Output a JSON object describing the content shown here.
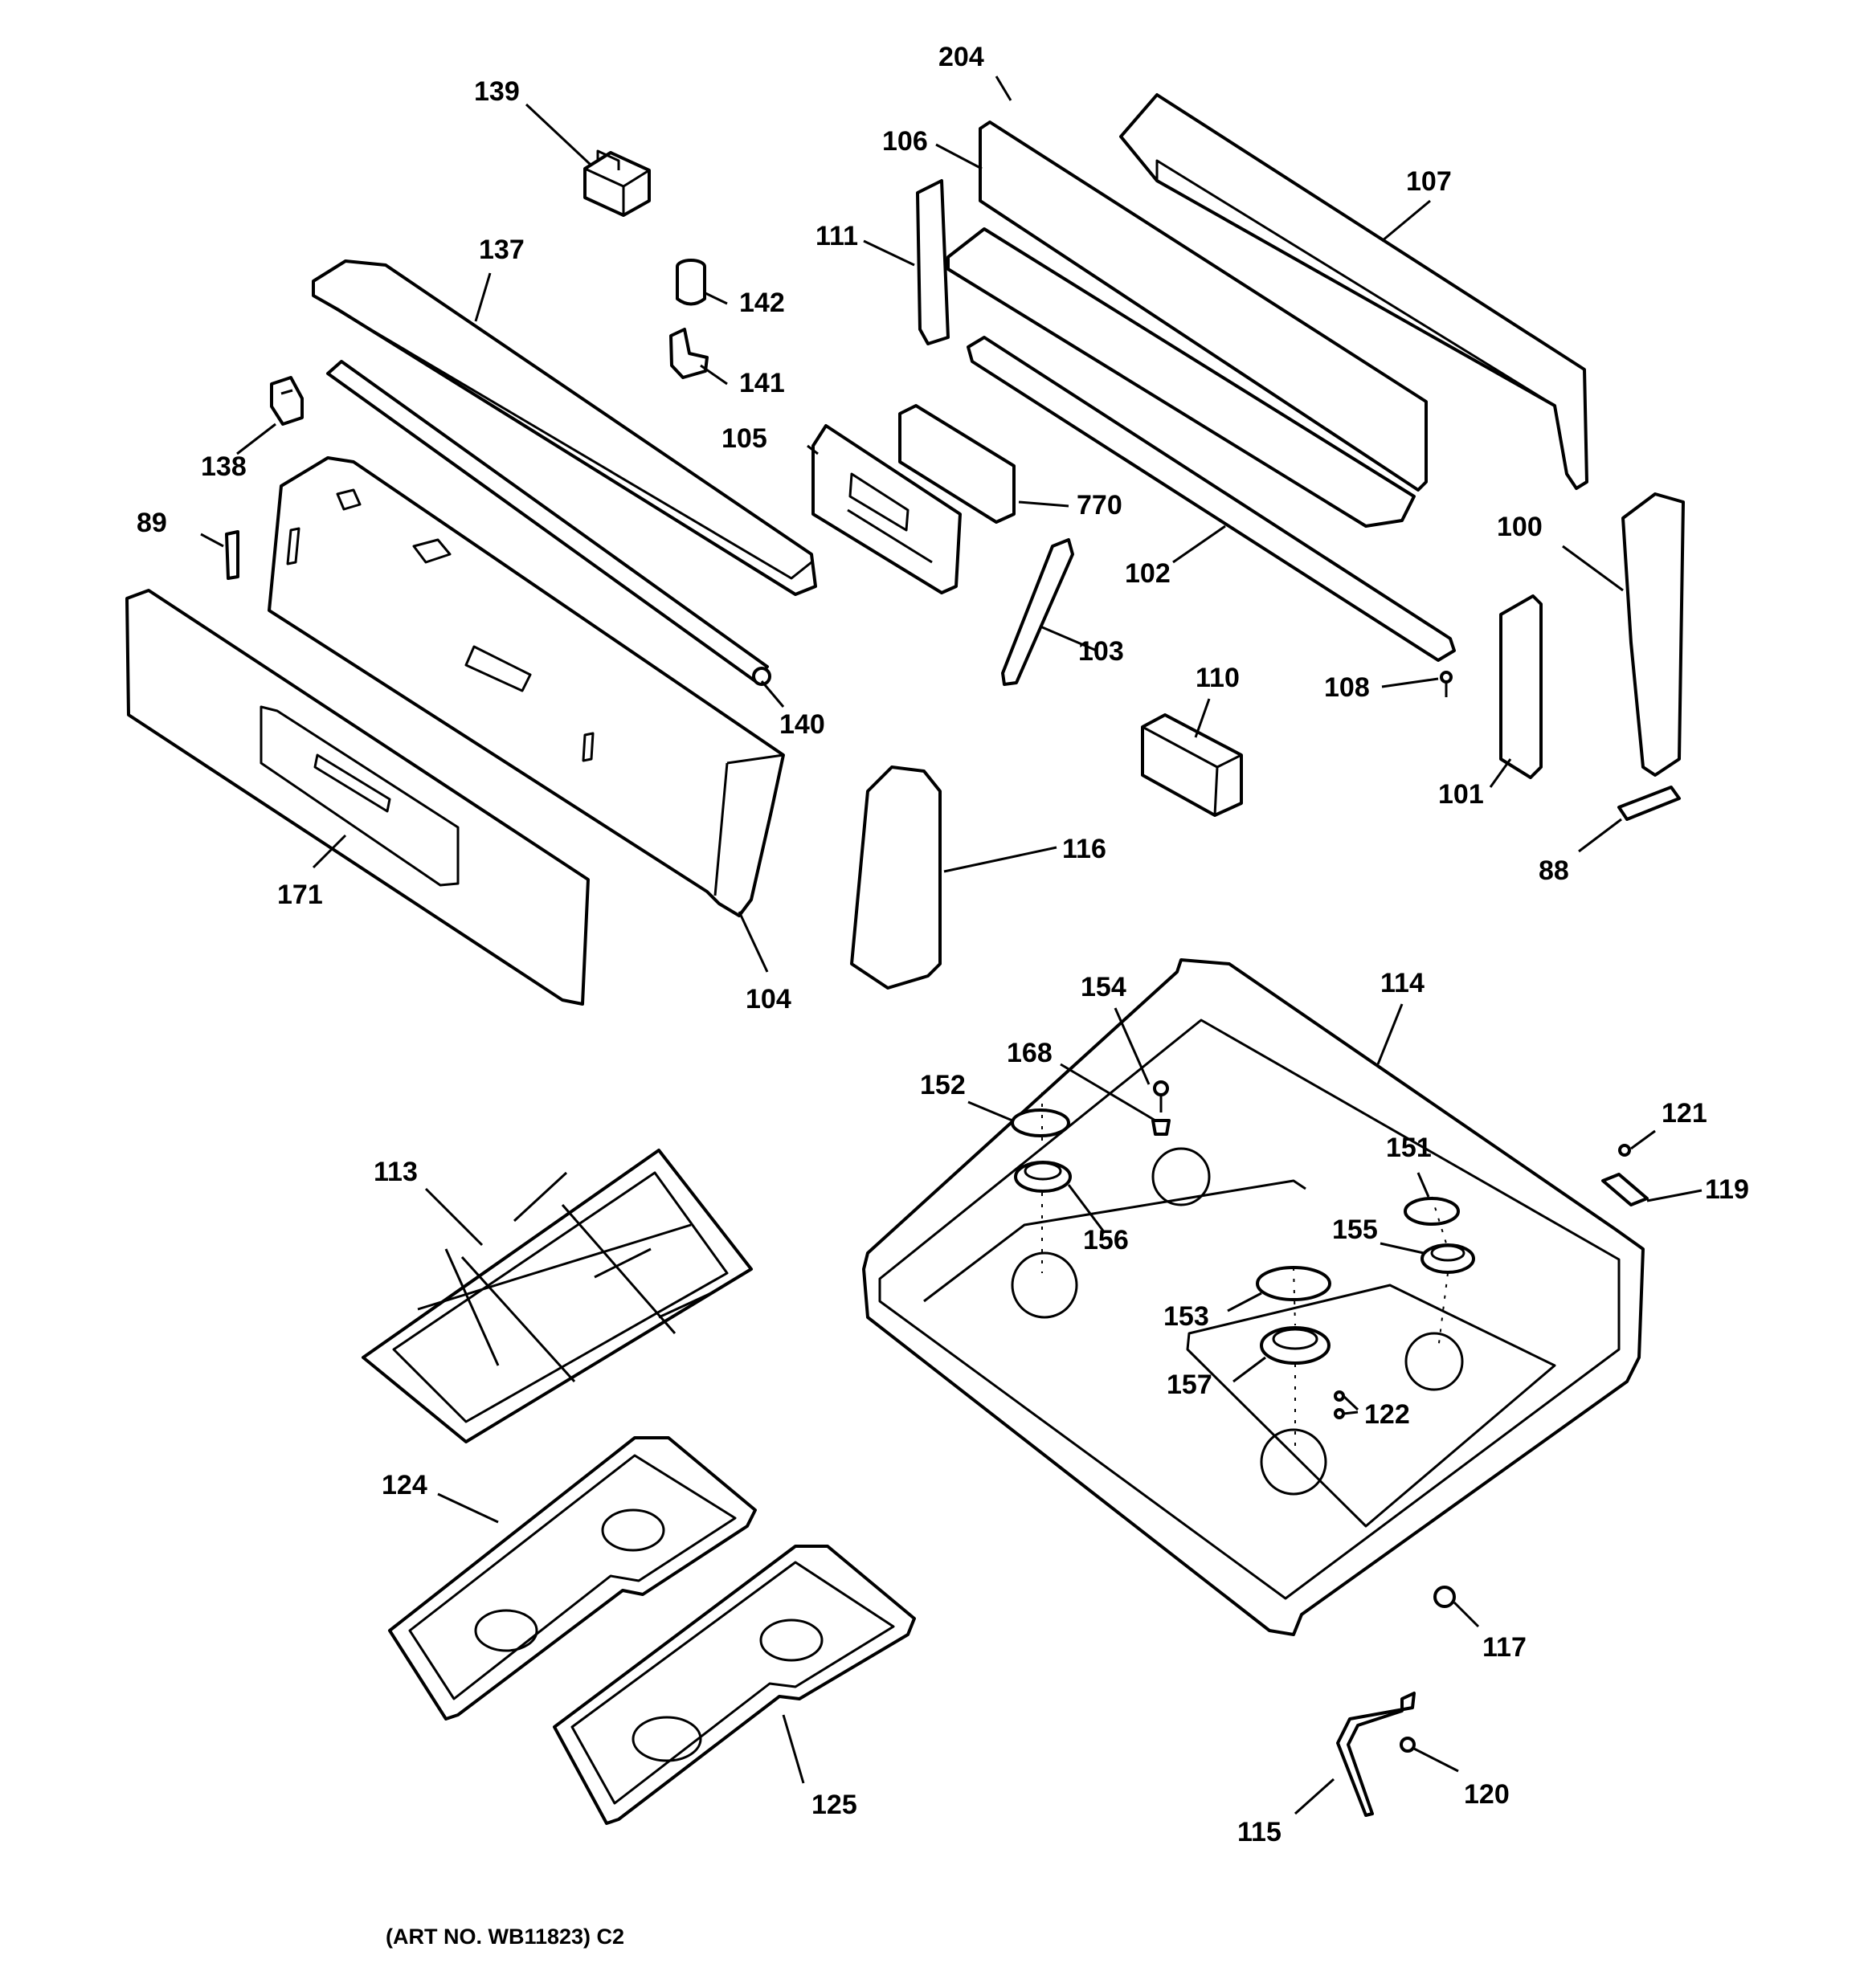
{
  "labels": {
    "l204": "204",
    "l139": "139",
    "l106": "106",
    "l107": "107",
    "l111": "111",
    "l137": "137",
    "l142": "142",
    "l141": "141",
    "l138": "138",
    "l105": "105",
    "l770": "770",
    "l89": "89",
    "l102": "102",
    "l100": "100",
    "l103": "103",
    "l108": "108",
    "l110": "110",
    "l140": "140",
    "l101": "101",
    "l116": "116",
    "l88": "88",
    "l171": "171",
    "l104": "104",
    "l154": "154",
    "l114": "114",
    "l168": "168",
    "l152": "152",
    "l121": "121",
    "l113": "113",
    "l151": "151",
    "l119": "119",
    "l156": "156",
    "l155": "155",
    "l153": "153",
    "l157": "157",
    "l122": "122",
    "l124": "124",
    "l117": "117",
    "l120": "120",
    "l125": "125",
    "l115": "115"
  },
  "footer": {
    "art_number": "(ART NO. WB11823) C2"
  }
}
